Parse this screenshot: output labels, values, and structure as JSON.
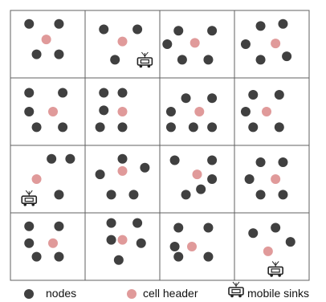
{
  "colors": {
    "node": "#404040",
    "cell_header": "#e09a9a",
    "grid": "#606060",
    "sink": "#222222"
  },
  "grid": {
    "rows": 4,
    "cols": 4
  },
  "cells": [
    {
      "row": 0,
      "col": 0,
      "nodes": [
        [
          0.25,
          0.2
        ],
        [
          0.65,
          0.2
        ],
        [
          0.35,
          0.65
        ],
        [
          0.65,
          0.65
        ]
      ],
      "header": [
        0.48,
        0.43
      ]
    },
    {
      "row": 0,
      "col": 1,
      "nodes": [
        [
          0.25,
          0.28
        ],
        [
          0.7,
          0.28
        ],
        [
          0.4,
          0.73
        ]
      ],
      "header": [
        0.5,
        0.46
      ],
      "sink": [
        0.8,
        0.75
      ]
    },
    {
      "row": 0,
      "col": 2,
      "nodes": [
        [
          0.25,
          0.3
        ],
        [
          0.7,
          0.3
        ],
        [
          0.1,
          0.5
        ],
        [
          0.3,
          0.73
        ],
        [
          0.65,
          0.73
        ]
      ],
      "header": [
        0.47,
        0.48
      ]
    },
    {
      "row": 0,
      "col": 3,
      "nodes": [
        [
          0.35,
          0.23
        ],
        [
          0.65,
          0.2
        ],
        [
          0.15,
          0.5
        ],
        [
          0.35,
          0.73
        ],
        [
          0.7,
          0.68
        ]
      ],
      "header": [
        0.55,
        0.49
      ]
    },
    {
      "row": 1,
      "col": 0,
      "nodes": [
        [
          0.25,
          0.22
        ],
        [
          0.7,
          0.22
        ],
        [
          0.25,
          0.5
        ],
        [
          0.35,
          0.73
        ],
        [
          0.7,
          0.73
        ]
      ],
      "header": [
        0.57,
        0.5
      ]
    },
    {
      "row": 1,
      "col": 1,
      "nodes": [
        [
          0.25,
          0.22
        ],
        [
          0.5,
          0.22
        ],
        [
          0.25,
          0.48
        ],
        [
          0.2,
          0.73
        ],
        [
          0.5,
          0.73
        ]
      ],
      "header": [
        0.5,
        0.5
      ]
    },
    {
      "row": 1,
      "col": 2,
      "nodes": [
        [
          0.35,
          0.3
        ],
        [
          0.7,
          0.3
        ],
        [
          0.15,
          0.5
        ],
        [
          0.15,
          0.73
        ],
        [
          0.45,
          0.73
        ],
        [
          0.7,
          0.73
        ]
      ],
      "header": [
        0.53,
        0.5
      ]
    },
    {
      "row": 1,
      "col": 3,
      "nodes": [
        [
          0.25,
          0.25
        ],
        [
          0.6,
          0.25
        ],
        [
          0.15,
          0.5
        ],
        [
          0.25,
          0.73
        ],
        [
          0.6,
          0.73
        ]
      ],
      "header": [
        0.43,
        0.5
      ]
    },
    {
      "row": 2,
      "col": 0,
      "nodes": [
        [
          0.55,
          0.2
        ],
        [
          0.8,
          0.2
        ],
        [
          0.65,
          0.73
        ]
      ],
      "header": [
        0.35,
        0.5
      ],
      "sink": [
        0.25,
        0.8
      ]
    },
    {
      "row": 2,
      "col": 1,
      "nodes": [
        [
          0.5,
          0.2
        ],
        [
          0.2,
          0.43
        ],
        [
          0.8,
          0.33
        ],
        [
          0.35,
          0.73
        ],
        [
          0.65,
          0.73
        ]
      ],
      "header": [
        0.5,
        0.38
      ]
    },
    {
      "row": 2,
      "col": 2,
      "nodes": [
        [
          0.2,
          0.22
        ],
        [
          0.7,
          0.22
        ],
        [
          0.7,
          0.5
        ],
        [
          0.35,
          0.73
        ],
        [
          0.55,
          0.65
        ]
      ],
      "header": [
        0.5,
        0.43
      ]
    },
    {
      "row": 2,
      "col": 3,
      "nodes": [
        [
          0.35,
          0.25
        ],
        [
          0.65,
          0.25
        ],
        [
          0.2,
          0.5
        ],
        [
          0.35,
          0.73
        ],
        [
          0.65,
          0.73
        ]
      ],
      "header": [
        0.55,
        0.5
      ]
    },
    {
      "row": 3,
      "col": 0,
      "nodes": [
        [
          0.25,
          0.2
        ],
        [
          0.65,
          0.2
        ],
        [
          0.25,
          0.45
        ],
        [
          0.35,
          0.65
        ],
        [
          0.65,
          0.65
        ]
      ],
      "header": [
        0.57,
        0.45
      ]
    },
    {
      "row": 3,
      "col": 1,
      "nodes": [
        [
          0.35,
          0.15
        ],
        [
          0.7,
          0.15
        ],
        [
          0.35,
          0.4
        ],
        [
          0.75,
          0.45
        ],
        [
          0.45,
          0.7
        ]
      ],
      "header": [
        0.5,
        0.4
      ]
    },
    {
      "row": 3,
      "col": 2,
      "nodes": [
        [
          0.25,
          0.22
        ],
        [
          0.65,
          0.22
        ],
        [
          0.2,
          0.5
        ],
        [
          0.25,
          0.65
        ],
        [
          0.65,
          0.65
        ]
      ],
      "header": [
        0.43,
        0.5
      ]
    },
    {
      "row": 3,
      "col": 3,
      "nodes": [
        [
          0.25,
          0.3
        ],
        [
          0.55,
          0.22
        ],
        [
          0.75,
          0.43
        ]
      ],
      "header": [
        0.45,
        0.57
      ],
      "sink": [
        0.55,
        0.85
      ]
    }
  ],
  "legend": {
    "nodes_label": "nodes",
    "header_label": "cell header",
    "sink_label": "mobile sinks"
  }
}
